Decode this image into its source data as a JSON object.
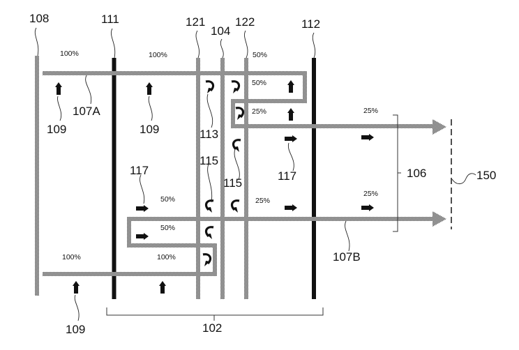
{
  "figure": {
    "reference_labels": {
      "r108": "108",
      "r111": "111",
      "r121": "121",
      "r104": "104",
      "r122": "122",
      "r112": "112",
      "r107A": "107A",
      "r107B": "107B",
      "r109a": "109",
      "r109b": "109",
      "r109c": "109",
      "r113": "113",
      "r115a": "115",
      "r115b": "115",
      "r117a": "117",
      "r117b": "117",
      "r106": "106",
      "r150": "150",
      "r102": "102"
    },
    "percent_labels": {
      "top_left": "100%",
      "top_mid": "100%",
      "top_right_outer": "50%",
      "loop1_inner": "50%",
      "loop2_inner": "25%",
      "output_upper": "25%",
      "mid_left": "50%",
      "mid_right": "25%",
      "output_lower": "25%",
      "lower_loop_inner": "50%",
      "bottom_left": "100%",
      "bottom_mid": "100%"
    },
    "flow_arrow_icons": {
      "straight_up": "black-up-arrow",
      "straight_right": "black-right-arrow",
      "turn": "curved-turn-arrow"
    }
  }
}
